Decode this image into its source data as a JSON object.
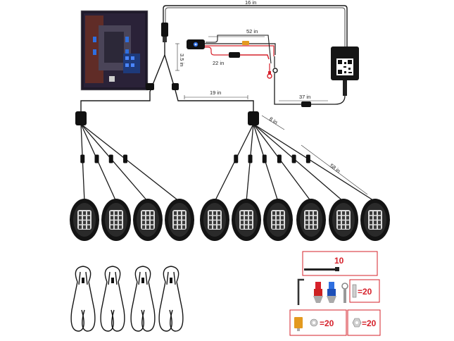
{
  "dimensions": {
    "top_run": "16 in",
    "switch_run": "52 in",
    "fuse_run": "22 in",
    "splitter_drop": "3.5 in",
    "hub_link": "19 in",
    "controller_run": "37 in",
    "pod_spacing": "8 in",
    "pod_run": "58 in"
  },
  "accessories": {
    "zip_ties_qty": "10",
    "terminals_qty": "=20",
    "fuse_washer_qty": "=20",
    "nut_qty": "=20"
  },
  "palette": {
    "red_wire": "#d6202a",
    "black_wire": "#1a1a1a",
    "accent_blue": "#2f6fe0",
    "fuse": "#e39a1f"
  },
  "counts": {
    "pods": 10,
    "extension_cables": 4
  }
}
